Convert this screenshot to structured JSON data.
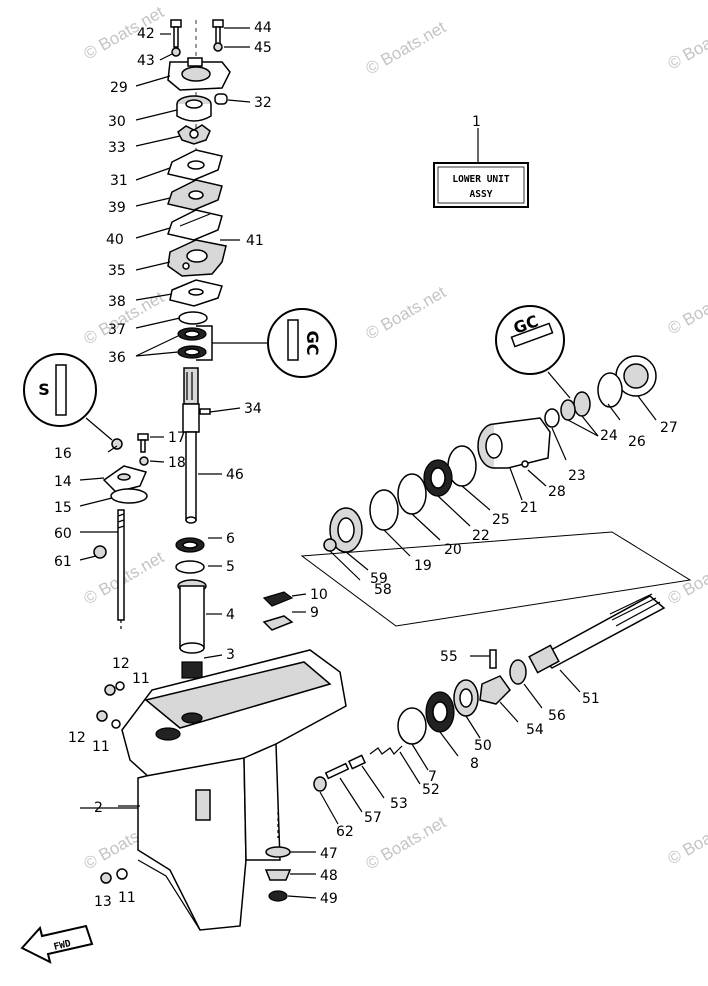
{
  "assembly_box": {
    "line1": "LOWER UNIT",
    "line2": "ASSY",
    "ref": "1"
  },
  "fwd_label": "FWD",
  "watermark": "© Boats.net",
  "callouts": {
    "gc": "GC",
    "s": "S"
  },
  "labels": [
    {
      "id": "42",
      "t": "42"
    },
    {
      "id": "44",
      "t": "44"
    },
    {
      "id": "43",
      "t": "43"
    },
    {
      "id": "45",
      "t": "45"
    },
    {
      "id": "29",
      "t": "29"
    },
    {
      "id": "32",
      "t": "32"
    },
    {
      "id": "30",
      "t": "30"
    },
    {
      "id": "33",
      "t": "33"
    },
    {
      "id": "31",
      "t": "31"
    },
    {
      "id": "39",
      "t": "39"
    },
    {
      "id": "40",
      "t": "40"
    },
    {
      "id": "41",
      "t": "41"
    },
    {
      "id": "35",
      "t": "35"
    },
    {
      "id": "38",
      "t": "38"
    },
    {
      "id": "37",
      "t": "37"
    },
    {
      "id": "36",
      "t": "36"
    },
    {
      "id": "34",
      "t": "34"
    },
    {
      "id": "16",
      "t": "16"
    },
    {
      "id": "17",
      "t": "17"
    },
    {
      "id": "18",
      "t": "18"
    },
    {
      "id": "14",
      "t": "14"
    },
    {
      "id": "15",
      "t": "15"
    },
    {
      "id": "46",
      "t": "46"
    },
    {
      "id": "60",
      "t": "60"
    },
    {
      "id": "61",
      "t": "61"
    },
    {
      "id": "6",
      "t": "6"
    },
    {
      "id": "5",
      "t": "5"
    },
    {
      "id": "10",
      "t": "10"
    },
    {
      "id": "9",
      "t": "9"
    },
    {
      "id": "4",
      "t": "4"
    },
    {
      "id": "3",
      "t": "3"
    },
    {
      "id": "12a",
      "t": "12"
    },
    {
      "id": "11a",
      "t": "11"
    },
    {
      "id": "12b",
      "t": "12"
    },
    {
      "id": "11b",
      "t": "11"
    },
    {
      "id": "2",
      "t": "2"
    },
    {
      "id": "13",
      "t": "13"
    },
    {
      "id": "11c",
      "t": "11"
    },
    {
      "id": "27",
      "t": "27"
    },
    {
      "id": "26",
      "t": "26"
    },
    {
      "id": "24",
      "t": "24"
    },
    {
      "id": "23",
      "t": "23"
    },
    {
      "id": "28",
      "t": "28"
    },
    {
      "id": "21",
      "t": "21"
    },
    {
      "id": "25",
      "t": "25"
    },
    {
      "id": "22",
      "t": "22"
    },
    {
      "id": "20",
      "t": "20"
    },
    {
      "id": "19",
      "t": "19"
    },
    {
      "id": "59",
      "t": "59"
    },
    {
      "id": "58",
      "t": "58"
    },
    {
      "id": "55",
      "t": "55"
    },
    {
      "id": "51",
      "t": "51"
    },
    {
      "id": "56",
      "t": "56"
    },
    {
      "id": "54",
      "t": "54"
    },
    {
      "id": "50",
      "t": "50"
    },
    {
      "id": "8",
      "t": "8"
    },
    {
      "id": "7",
      "t": "7"
    },
    {
      "id": "52",
      "t": "52"
    },
    {
      "id": "53",
      "t": "53"
    },
    {
      "id": "57",
      "t": "57"
    },
    {
      "id": "62",
      "t": "62"
    },
    {
      "id": "47",
      "t": "47"
    },
    {
      "id": "48",
      "t": "48"
    },
    {
      "id": "49",
      "t": "49"
    }
  ]
}
